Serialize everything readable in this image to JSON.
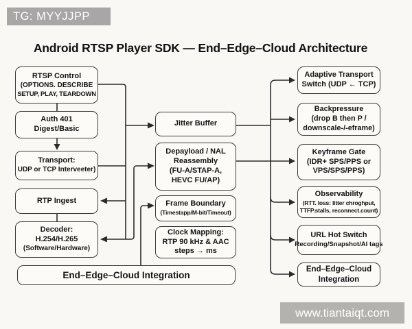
{
  "badges": {
    "tg": "TG: MYYJJPP",
    "watermark": "www.tiantaiqt.com"
  },
  "title": "Android RTSP Player SDK — End–Edge–Cloud Architecture",
  "colors": {
    "background": "#f9f8f5",
    "box_border": "#3a3a3a",
    "connector": "#2b2b2b",
    "badge_gray": "#a7a7a7",
    "watermark_gray": "#b4b2af"
  },
  "boxes": {
    "rtsp_control": {
      "lines": [
        "RTSP Control",
        "(OPTIONS. DESCRIBE",
        "SETUP, PLAY, TEARDOWN"
      ]
    },
    "auth": {
      "lines": [
        "Auth 401",
        "Digest/Basic"
      ]
    },
    "transport": {
      "lines": [
        "Transport:",
        "UDP or TCP Interveeter)"
      ]
    },
    "rtp_ingest": {
      "lines": [
        "RTP Ingest"
      ]
    },
    "decoder": {
      "lines": [
        "Decoder:",
        "H.254/H.265",
        "(Software/Hardware)"
      ]
    },
    "integration_bottom": {
      "lines": [
        "End–Edge–Cloud Integration"
      ]
    },
    "jitter_buffer": {
      "lines": [
        "Jitter Buffer"
      ]
    },
    "depayload": {
      "lines": [
        "Depayload / NAL",
        "Reassembly",
        "(FU-A/STAP-A,",
        "HEVC FU/AP)"
      ]
    },
    "frame_boundary": {
      "lines": [
        "Frame Boundary",
        "(Timestapp/M-bit/Timeout)"
      ]
    },
    "clock_mapping": {
      "lines": [
        "Clock Mapping:",
        "RTP 90 kHz & AAC",
        "steps → ms"
      ]
    },
    "adaptive_switch": {
      "lines": [
        "Adaptive Transport",
        "Switch (UDP ← TCP)"
      ]
    },
    "backpressure": {
      "lines": [
        "Backpressure",
        "(drop B then P /",
        "downscale-/-eframe)"
      ]
    },
    "keyframe_gate": {
      "lines": [
        "Keyframe Gate",
        "(IDR+ SPS/PPS or",
        "VPS/SPS/PPS)"
      ]
    },
    "observability": {
      "lines": [
        "Observability",
        "(RTT. loss: litter chroghput,",
        "TTFP.stalls, reconnect.count)"
      ]
    },
    "url_hot_switch": {
      "lines": [
        "URL Hot Switch",
        "Recording/Snapshot/AI tags"
      ]
    },
    "integration_right": {
      "lines": [
        "End–Edge–Cloud",
        "Integration"
      ]
    }
  }
}
